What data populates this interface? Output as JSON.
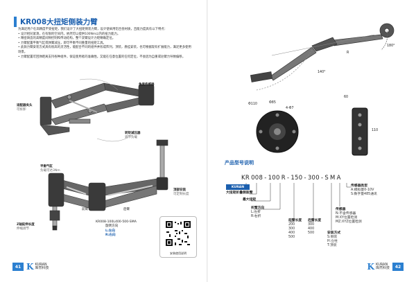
{
  "left_page": {
    "title": "KR008大扭矩侧装力臂",
    "intro": "为满足用户在高精度不受扭矩，我们设计了大扭矩侧装力臂，设计使采用铝合金材质，且能力度具有以下特点：",
    "bullets": [
      "• 设计相对紧凑，在有限的空间内，依然可以提供100Nm以内的扭力能力。",
      "• 精密铸造的高精度间隙控制和传动结构，整个双臂设计力矩精确定位。",
      "• 力臂配置平衡气缸或弹簧减压，即可平衡不同重量的扭矩工具。",
      "• 此款力臂安装方式具有很高的灵活性，能配合不同的组件并形成阵列，顶装，悬挂安装，也可根据现有扩展能力，满足更多使用场景。",
      "• 力臂配置可回弹距离支持各种组件，保证使用者的准确性。又能在任意位置的任何定位，不会因为自重或驻臂力导致偏移。"
    ],
    "callouts": {
      "angle_sensor": "角度传感器",
      "quick_clamp": "适配器夹头",
      "quick_clamp_sub": "可拆卸",
      "torque_reducer": "转矩减压器",
      "torque_reducer_sub": "调节负载",
      "cylinder": "平衡气缸",
      "cylinder_sub": "负载可达3Nm",
      "z_axis": "Z轴延伸长度",
      "z_axis_sub": "伸缩调节",
      "top_mount": "顶部安装",
      "top_mount_sub": "可定制长度",
      "front_arm": "前臂",
      "rear_arm": "后臂"
    },
    "model": {
      "code": "KR008-100L400-500-SMA",
      "lr_title": "旋转方向",
      "left": "L:左向",
      "right": "R:右向"
    },
    "qr_label": "安装使用说明",
    "page_number": "41",
    "brand_name": "KURAN",
    "brand_sub": "库然科技"
  },
  "right_page": {
    "dims": {
      "angle_top": "180°",
      "angle_bottom": "140°",
      "r_label": "R",
      "phi_outer": "Φ110",
      "phi_inner": "Φ85",
      "pcd": "4-Φ7",
      "bar_width": "60",
      "bar_height": "110"
    },
    "section_title": "产品型号说明",
    "code_parts": [
      "KR",
      "008",
      "-",
      "100",
      "R",
      "-",
      "150",
      "-",
      "300",
      "-",
      "S",
      "M",
      "A"
    ],
    "kuran_box": "KURAN",
    "labels": {
      "series": "大扭矩折叠侧装臂",
      "max_torque": "最大扭矩",
      "arm_direction": "折臂方向",
      "arm_dir_l": "L:左折",
      "arm_dir_r": "R:右折",
      "front_len_title": "前臂长度",
      "front_len_vals": [
        "200",
        "300",
        "400",
        "500"
      ],
      "rear_len_title": "后臂长度",
      "rear_len_vals": [
        "300",
        "400",
        "500"
      ],
      "mount_title": "安装方式",
      "mount_vals": [
        "S:侧装",
        "H:立柱",
        "T:顶装"
      ],
      "sensor_title": "传感器",
      "sensor_vals": [
        "N:不含传感器",
        "M:XY位置检测",
        "MZ:XYZ位置检测"
      ],
      "sensor_type_title": "传感器类型",
      "sensor_type_vals": [
        "A:模拟量0-10V",
        "S:数字量485通讯"
      ]
    },
    "page_number": "42",
    "brand_name": "KURAN",
    "brand_sub": "库然科技"
  },
  "colors": {
    "accent": "#2b7fd0",
    "title_blue": "#1b5fae",
    "arm_dark": "#3a3a3a",
    "arm_grey": "#8a8a8a"
  }
}
